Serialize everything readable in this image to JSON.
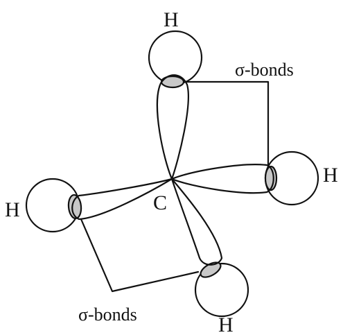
{
  "diagram": {
    "center_atom": "C",
    "hydrogen_labels": [
      "H",
      "H",
      "H",
      "H"
    ],
    "bond_notes": [
      "σ-bonds",
      "σ-bonds"
    ],
    "colors": {
      "line": "#111111",
      "overlap_fill": "#c8c8c8",
      "background": "#ffffff"
    }
  }
}
